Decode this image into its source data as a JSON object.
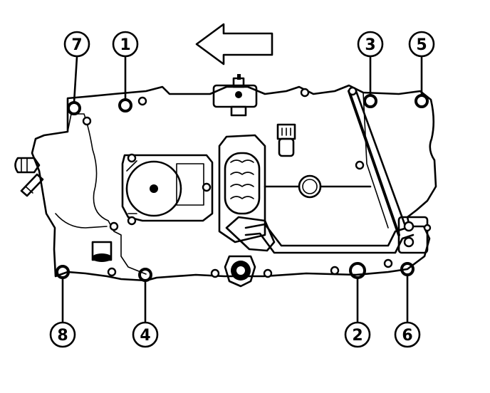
{
  "callouts": [
    {
      "id": "c7",
      "label": "7"
    },
    {
      "id": "c1",
      "label": "1"
    },
    {
      "id": "c3",
      "label": "3"
    },
    {
      "id": "c5",
      "label": "5"
    },
    {
      "id": "c8",
      "label": "8"
    },
    {
      "id": "c4",
      "label": "4"
    },
    {
      "id": "c2",
      "label": "2"
    },
    {
      "id": "c6",
      "label": "6"
    }
  ]
}
